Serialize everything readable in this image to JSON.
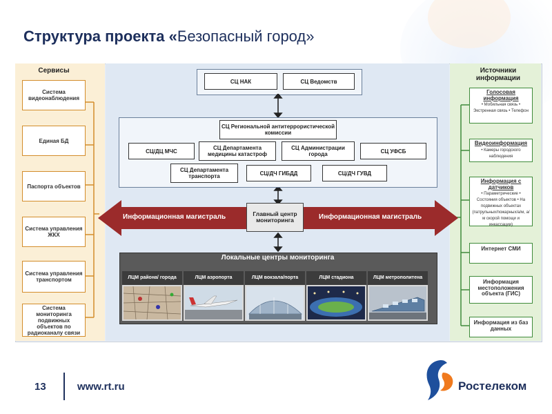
{
  "title": {
    "part1": "Структура проекта «",
    "part2": "Безопасный город»"
  },
  "left": {
    "heading": "Сервисы",
    "items": [
      "Система видеонаблюдения",
      "Единая БД",
      "Паспорта объектов",
      "Система управления ЖКХ",
      "Система управления транспортом",
      "Система мониторинга подвижных объектов по радиоканалу связи"
    ]
  },
  "right": {
    "heading": "Источники информации",
    "items": [
      {
        "title": "Голосовая информация",
        "sub": "• Мобильная связь • Экстренная связь • Телефон"
      },
      {
        "title": "Видеоинформация",
        "sub": "• Камеры городского наблюдения"
      },
      {
        "title": "Информация с датчиков",
        "sub": "• Параметрические • Состояния объектов • На подвижных объектах (патрульных/пожарных/а/м, а/м скорой помощи и инкассации)"
      },
      {
        "title": "Интернет СМИ",
        "sub": ""
      },
      {
        "title": "Информация местоположения объекта (ГИС)",
        "sub": ""
      },
      {
        "title": "Информация из баз данных",
        "sub": ""
      }
    ]
  },
  "top": {
    "nak": "СЦ НАК",
    "vedomstv": "СЦ Ведомств"
  },
  "regional": {
    "commission": "СЦ Региональной антитеррористической комиссии",
    "mchs": "СЦ/ДЦ МЧС",
    "medicine": "СЦ Департамента медицины катастроф",
    "admin": "СЦ Администрации города",
    "ufsb": "СЦ УФСБ",
    "transport": "СЦ Департамента транспорта",
    "gibdd": "СЦ/ДЧ ГИБДД",
    "guvd": "СЦ/ДЧ ГУВД"
  },
  "magistral": {
    "left": "Информационная магистраль",
    "right": "Информационная магистраль",
    "center": "Главный центр мониторинга"
  },
  "lcm": {
    "title": "Локальные центры мониторинга",
    "items": [
      "ЛЦМ района/ города",
      "ЛЦМ аэропорта",
      "ЛЦМ вокзала/порта",
      "ЛЦМ стадиона",
      "ЛЦМ метрополитена"
    ]
  },
  "footer": {
    "page": "13",
    "url": "www.rt.ru",
    "logo": "Ростелеком"
  },
  "colors": {
    "title": "#1d2f5c",
    "arrow": "#9b2b2b",
    "left_border": "#d38c2a",
    "right_border": "#3e8b3a"
  }
}
